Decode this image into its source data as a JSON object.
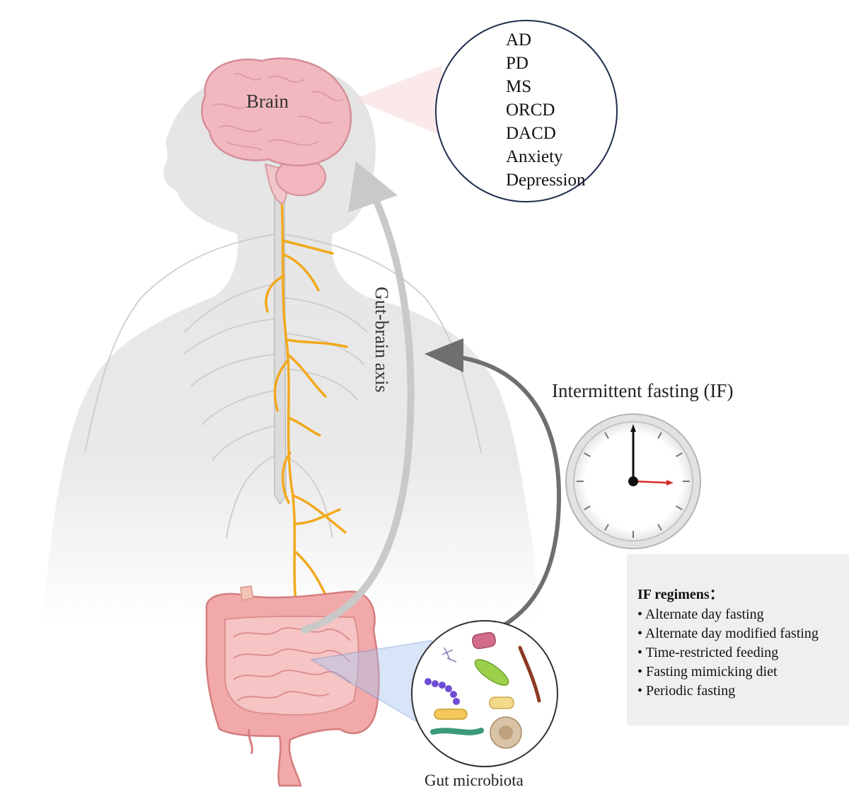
{
  "brain": {
    "label": "Brain"
  },
  "diseases": [
    "AD",
    "PD",
    "MS",
    "ORCD",
    "DACD",
    "Anxiety",
    "Depression"
  ],
  "axis": {
    "label": "Gut-brain axis"
  },
  "fasting": {
    "title": "Intermittent fasting (IF)"
  },
  "regimens": {
    "title": "IF regimens：",
    "items": [
      "• Alternate day fasting",
      "• Alternate day modified fasting",
      "• Time-restricted feeding",
      "• Fasting mimicking diet",
      "• Periodic fasting"
    ]
  },
  "microbiota": {
    "label": "Gut microbiota"
  },
  "colors": {
    "body": "#e2e2e2",
    "nerve": "#f2a91c",
    "brain": "#f0b8bf",
    "intestine": "#f1a9a9",
    "arrow_light": "#c9c9c9",
    "arrow_dark": "#6f6f6f",
    "circle_border": "#1f2d4d",
    "clock_hand_red": "#d62b2b"
  },
  "icons": [
    "brain-icon",
    "spinal-cord-icon",
    "intestine-icon",
    "clock-icon",
    "bacteria-icon"
  ]
}
